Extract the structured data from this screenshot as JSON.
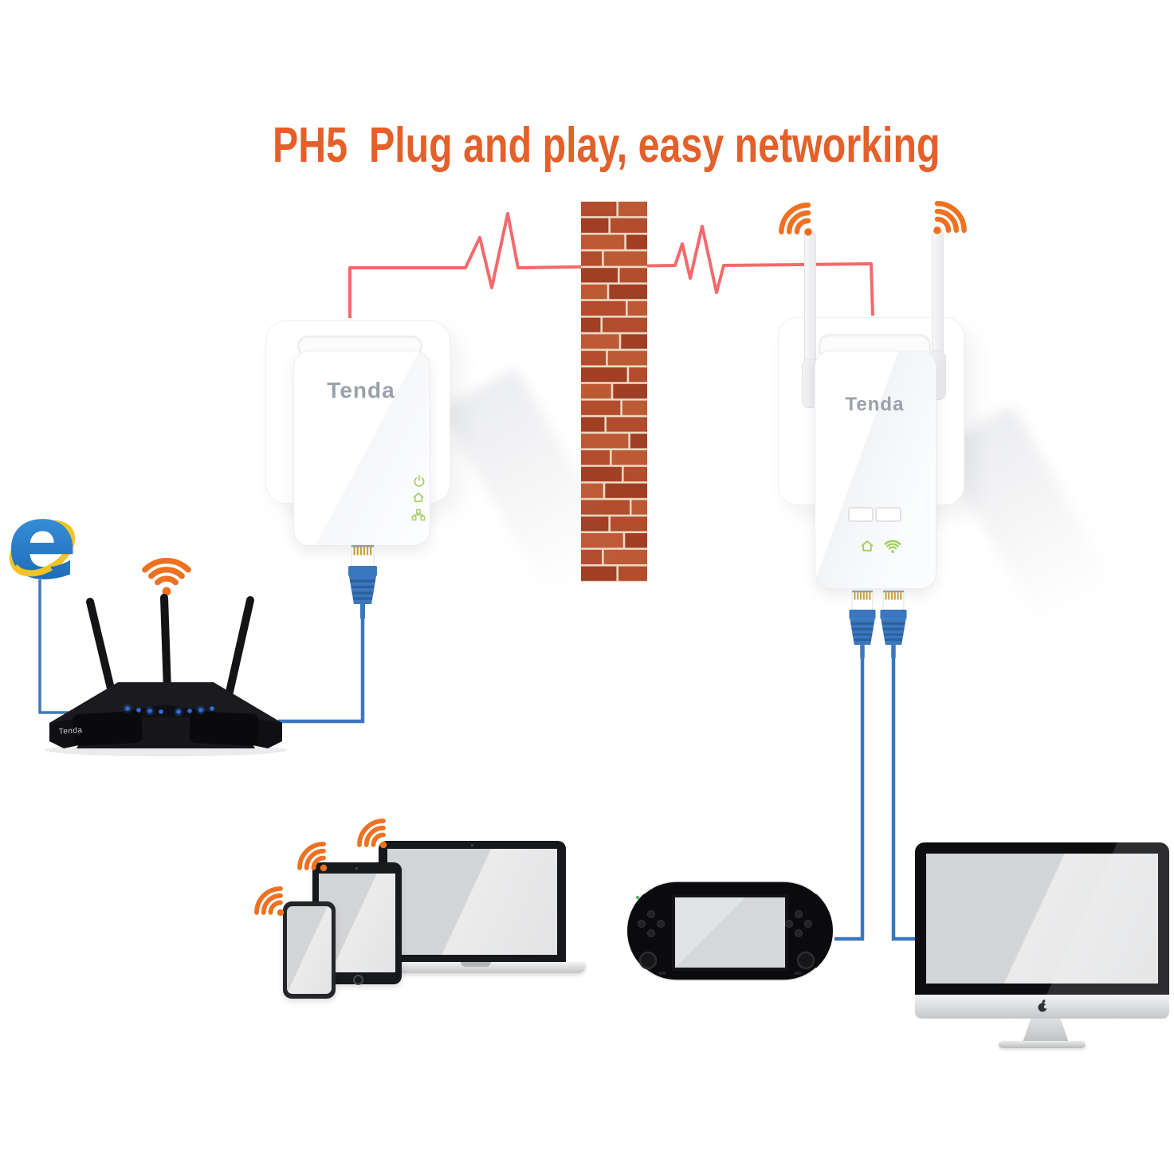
{
  "title": {
    "text": "PH5  Plug and play, easy networking",
    "color": "#e4602a"
  },
  "brand": {
    "logo": "Tenda",
    "logo_color": "#9aa1a9"
  },
  "palette": {
    "signal_red": "#f4696b",
    "cable_blue": "#3b77bf",
    "thin_line_blue": "#3f7ab8",
    "wifi_orange": "#ee7122",
    "led_green": "#a4cf66",
    "router_led_blue": "#2f6fe0",
    "brick_a": "#b24c2d",
    "brick_b": "#a03f24",
    "brick_c": "#bd5a36",
    "mortar": "#ecd9c3",
    "ie_blue": "#1e78d2",
    "ie_gold": "#f2c322"
  },
  "left_unit": {
    "type": "powerline-adapter",
    "brand_label": "Tenda",
    "leds": [
      "power",
      "homeplug",
      "ethernet"
    ],
    "ethernet_ports": 1
  },
  "right_unit": {
    "type": "wifi-powerline-extender",
    "brand_label": "Tenda",
    "leds": [
      "homeplug",
      "wifi"
    ],
    "pair_buttons": 2,
    "antennas": 2,
    "ethernet_ports": 2
  },
  "router": {
    "type": "wireless-router",
    "brand_label": "Tenda",
    "antennas": 3,
    "led_count": 8
  },
  "browser_icon": {
    "name": "internet-explorer",
    "letter": "e"
  },
  "client_devices": [
    "smartphone",
    "tablet",
    "laptop",
    "handheld-game-console",
    "desktop-monitor"
  ],
  "connections": {
    "powerline_signal": "red zigzag line through brick wall",
    "ethernet_cables": "blue cables to router, game console and monitor"
  }
}
